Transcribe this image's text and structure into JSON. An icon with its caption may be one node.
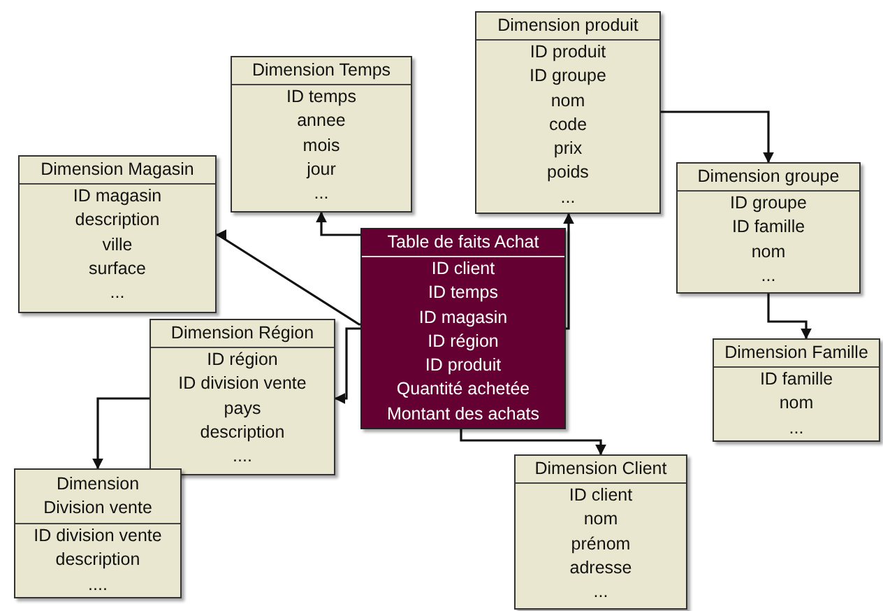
{
  "diagram": {
    "nodes": [
      {
        "text": [
          "Dimension produit",
          "ID produit",
          "ID groupe",
          "nom",
          "code",
          "prix",
          "poids",
          "..."
        ]
      },
      {
        "text": [
          "Dimension Temps",
          "ID temps",
          "annee",
          "mois",
          "jour",
          "..."
        ]
      },
      {
        "text": [
          "Dimension Magasin",
          "ID magasin",
          "description",
          "ville",
          "surface",
          "..."
        ]
      },
      {
        "text": [
          "Dimension groupe",
          "ID groupe",
          "ID famille",
          "nom",
          "..."
        ]
      },
      {
        "text": [
          "Table de faits Achat",
          "ID client",
          "ID temps",
          "ID magasin",
          "ID région",
          "ID produit",
          "Quantité achetée",
          "Montant des achats"
        ]
      },
      {
        "text": [
          "Dimension Région",
          "ID région",
          "ID division vente",
          "pays",
          "description",
          "...."
        ]
      },
      {
        "text": [
          "Dimension Famille",
          "ID  famille",
          "nom",
          "..."
        ]
      },
      {
        "text": [
          "Dimension Client",
          "ID client",
          "nom",
          "prénom",
          "adresse",
          "..."
        ]
      },
      {
        "text": [
          "Dimension Division vente",
          "ID division vente",
          "description",
          "...."
        ]
      }
    ],
    "edges": [
      {
        "from": 4,
        "to": 1,
        "arrow": "to"
      },
      {
        "from": 4,
        "to": 2,
        "arrow": "to"
      },
      {
        "from": 4,
        "to": 0,
        "arrow": "to"
      },
      {
        "from": 4,
        "to": 5,
        "arrow": "to"
      },
      {
        "from": 4,
        "to": 7,
        "arrow": "to"
      },
      {
        "from": 0,
        "to": 3,
        "arrow": "to"
      },
      {
        "from": 3,
        "to": 6,
        "arrow": "to"
      },
      {
        "from": 5,
        "to": 8,
        "arrow": "to"
      }
    ]
  }
}
